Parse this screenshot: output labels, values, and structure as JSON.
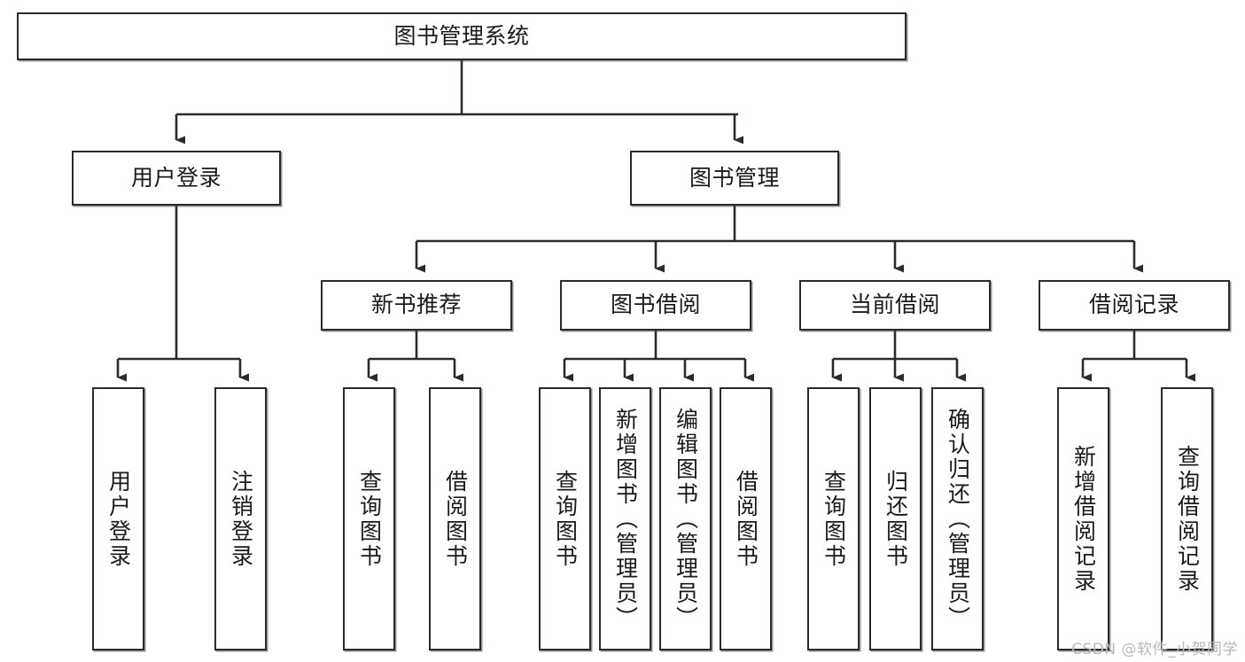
{
  "diagram": {
    "title": "图书管理系统",
    "type": "hierarchy-tree",
    "watermark": "CSDN @软件_小贺同学",
    "colors": {
      "node_border": "#2b2b2b",
      "node_fill": "#ffffff",
      "edge": "#2b2b2b",
      "background": "#ffffff",
      "watermark": "#b9b9b9"
    },
    "levels": {
      "root": {
        "label": "图书管理系统"
      },
      "level2": [
        {
          "id": "user-login",
          "label": "用户登录"
        },
        {
          "id": "book-management",
          "label": "图书管理"
        }
      ],
      "level3": [
        {
          "id": "new-book-recommend",
          "label": "新书推荐",
          "parent": "book-management"
        },
        {
          "id": "book-borrow",
          "label": "图书借阅",
          "parent": "book-management"
        },
        {
          "id": "current-borrow",
          "label": "当前借阅",
          "parent": "book-management"
        },
        {
          "id": "borrow-record",
          "label": "借阅记录",
          "parent": "book-management"
        }
      ],
      "leaves": [
        {
          "id": "leaf-user-login",
          "label": "用户登录",
          "parent": "user-login"
        },
        {
          "id": "leaf-logout-login",
          "label": "注销登录",
          "parent": "user-login"
        },
        {
          "id": "leaf-query-book-1",
          "label": "查询图书",
          "parent": "new-book-recommend"
        },
        {
          "id": "leaf-borrow-book-1",
          "label": "借阅图书",
          "parent": "new-book-recommend"
        },
        {
          "id": "leaf-query-book-2",
          "label": "查询图书",
          "parent": "book-borrow"
        },
        {
          "id": "leaf-add-book",
          "label": "新增图书（管理员）",
          "parent": "book-borrow"
        },
        {
          "id": "leaf-edit-book",
          "label": "编辑图书（管理员）",
          "parent": "book-borrow"
        },
        {
          "id": "leaf-borrow-book-2",
          "label": "借阅图书",
          "parent": "book-borrow"
        },
        {
          "id": "leaf-query-book-3",
          "label": "查询图书",
          "parent": "current-borrow"
        },
        {
          "id": "leaf-return-book",
          "label": "归还图书",
          "parent": "current-borrow"
        },
        {
          "id": "leaf-confirm-return",
          "label": "确认归还（管理员）",
          "parent": "current-borrow"
        },
        {
          "id": "leaf-add-record",
          "label": "新增借阅记录",
          "parent": "borrow-record"
        },
        {
          "id": "leaf-query-record",
          "label": "查询借阅记录",
          "parent": "borrow-record"
        }
      ]
    }
  }
}
